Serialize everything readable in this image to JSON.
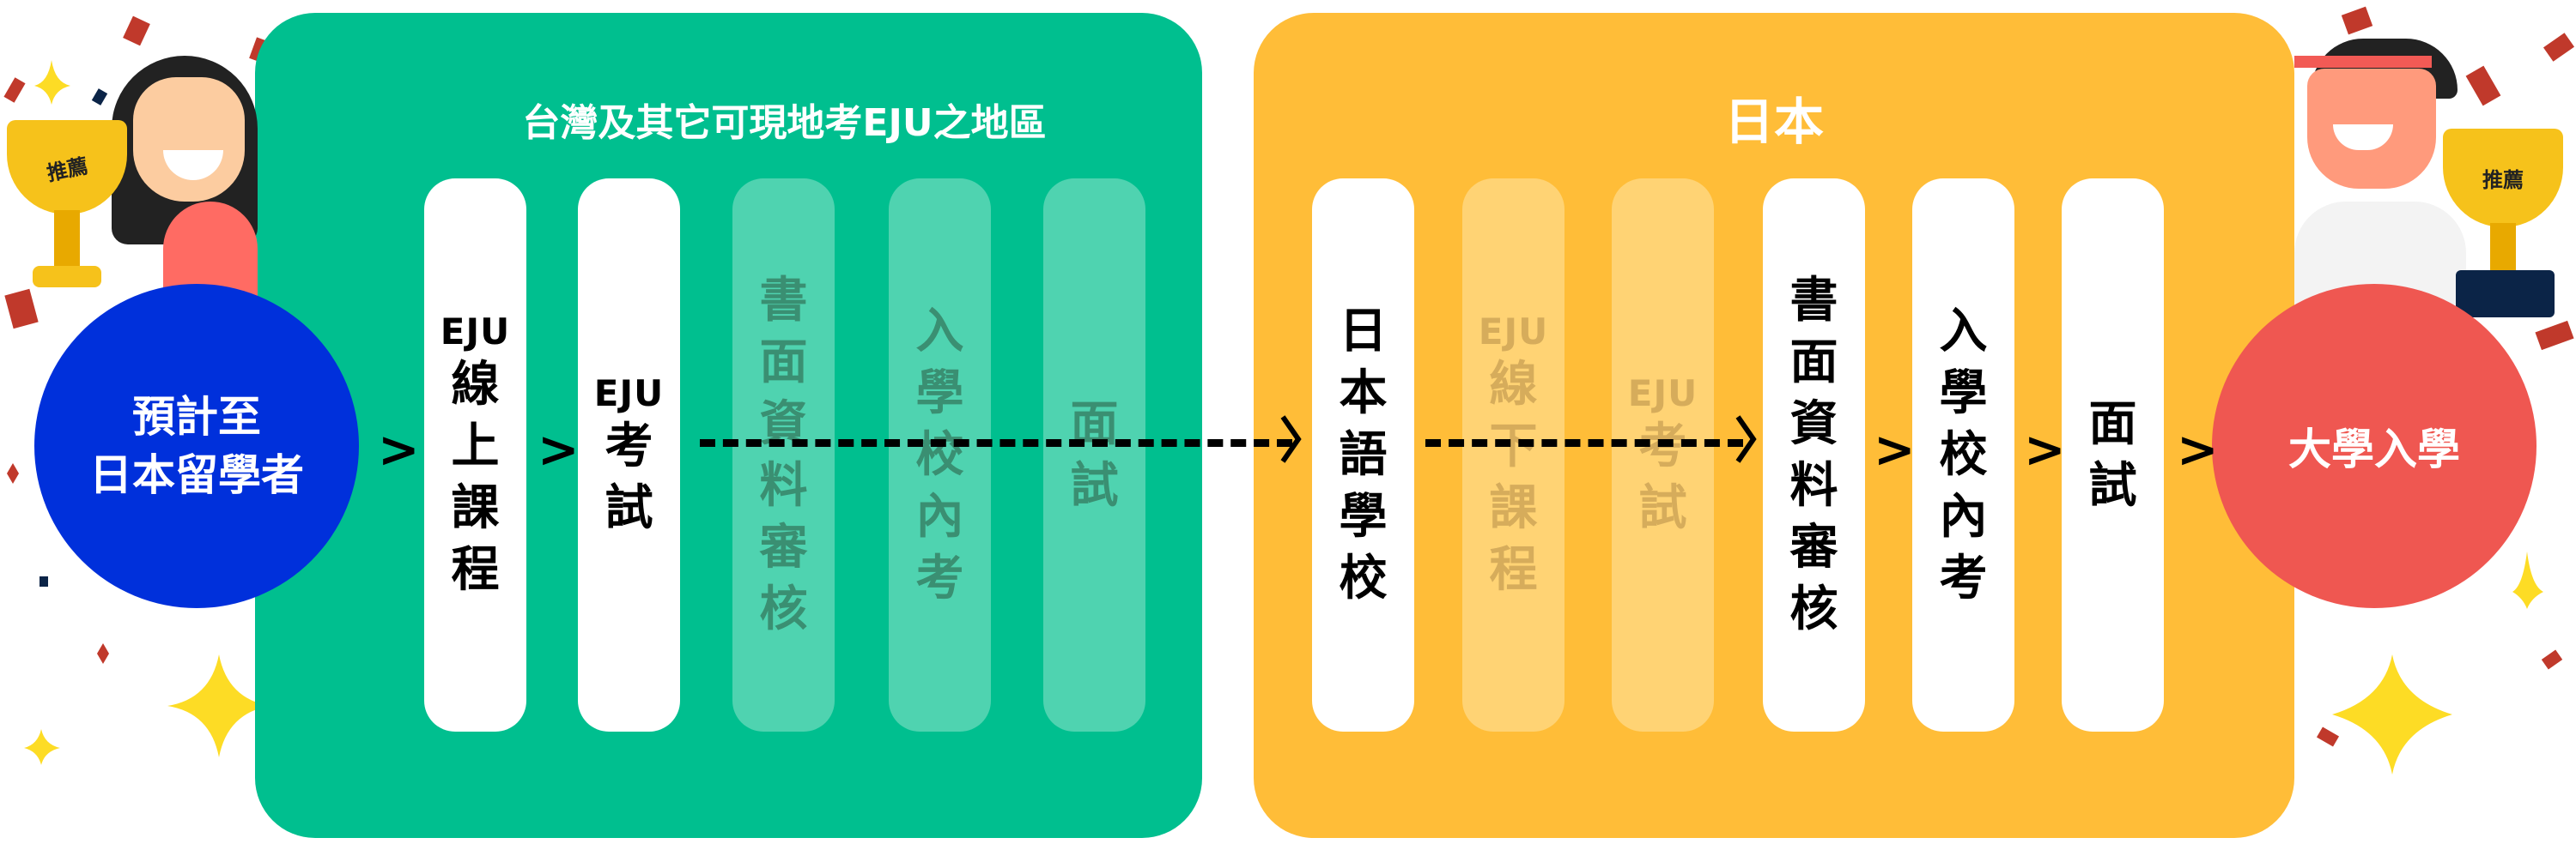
{
  "start": {
    "label_line1": "預計至",
    "label_line2": "日本留學者",
    "color": "#0030DB"
  },
  "end": {
    "label": "大學入學",
    "color": "#EF5751"
  },
  "trophy_text": "推薦",
  "taiwan": {
    "title": "台灣及其它可現地考EJU之地區",
    "color": "#00BF8F",
    "cards": [
      {
        "eju": "EJU",
        "text": "線上課程",
        "active": true
      },
      {
        "eju": "EJU",
        "text": "考試",
        "active": true
      },
      {
        "eju": "",
        "text": "書面資料審核",
        "active": false
      },
      {
        "eju": "",
        "text": "入學校內考",
        "active": false
      },
      {
        "eju": "",
        "text": "面試",
        "active": false
      }
    ]
  },
  "japan": {
    "title": "日本",
    "color": "#FFBD38",
    "cards": [
      {
        "eju": "",
        "text": "日本語學校",
        "active": true
      },
      {
        "eju": "EJU",
        "text": "線下課程",
        "active": false
      },
      {
        "eju": "EJU",
        "text": "考試",
        "active": false
      },
      {
        "eju": "",
        "text": "書面資料審核",
        "active": true
      },
      {
        "eju": "",
        "text": "入學校內考",
        "active": true
      },
      {
        "eju": "",
        "text": "面試",
        "active": true
      }
    ]
  },
  "arrow_glyph": ">"
}
